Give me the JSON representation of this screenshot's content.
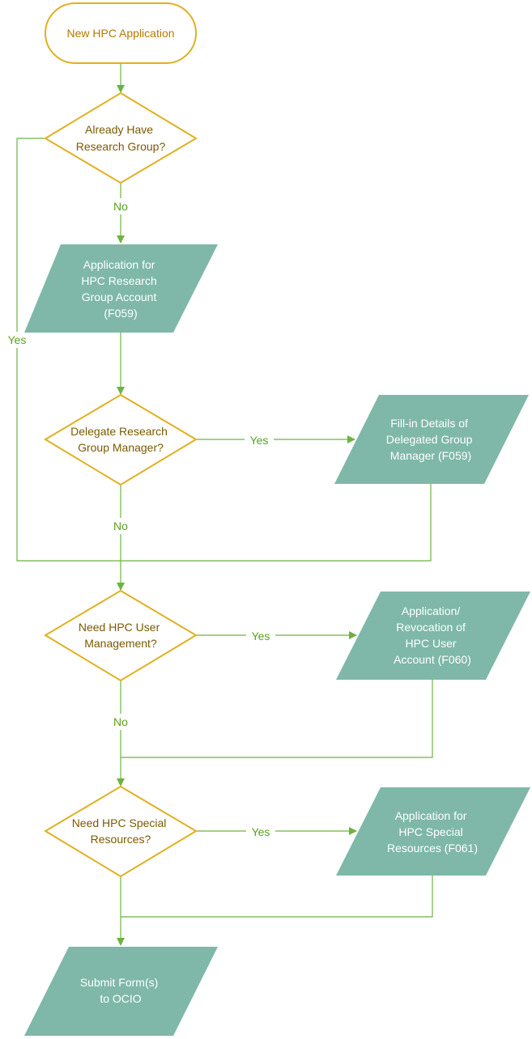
{
  "start": {
    "label": [
      "New HPC Application"
    ]
  },
  "decisions": [
    {
      "id": "d1",
      "label": [
        "Already Have",
        "Research Group?"
      ]
    },
    {
      "id": "d2",
      "label": [
        "Delegate Research",
        "Group Manager?"
      ]
    },
    {
      "id": "d3",
      "label": [
        "Need HPC User",
        "Management?"
      ]
    },
    {
      "id": "d4",
      "label": [
        "Need HPC Special",
        "Resources?"
      ]
    }
  ],
  "processes": [
    {
      "id": "p1",
      "label": [
        "Application for",
        "HPC Research",
        "Group Account",
        "(F059)"
      ]
    },
    {
      "id": "p2",
      "label": [
        "Fill-in Details of",
        "Delegated Group",
        "Manager (F059)"
      ]
    },
    {
      "id": "p3",
      "label": [
        "Application/",
        "Revocation of",
        "HPC User",
        "Account (F060)"
      ]
    },
    {
      "id": "p4",
      "label": [
        "Application for",
        "HPC Special",
        "Resources (F061)"
      ]
    },
    {
      "id": "p5",
      "label": [
        "Submit Form(s)",
        "to OCIO"
      ]
    }
  ],
  "edge_labels": {
    "d1_no": "No",
    "d1_yes": "Yes",
    "d2_yes": "Yes",
    "d2_no": "No",
    "d3_yes": "Yes",
    "d3_no": "No",
    "d4_yes": "Yes"
  },
  "colors": {
    "decision_stroke": "#e0b020",
    "terminator_stroke": "#e0b020",
    "process_fill": "#7fb8a8",
    "connector": "#6db33f",
    "edge_label": "#5aa01e"
  }
}
